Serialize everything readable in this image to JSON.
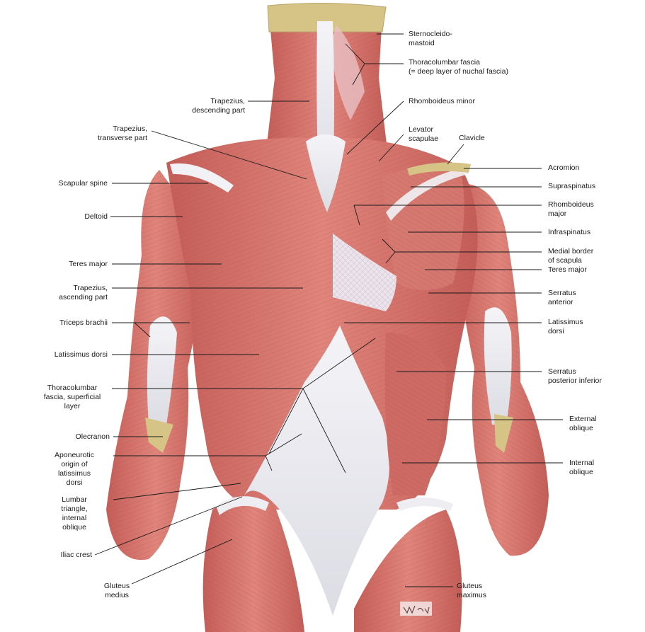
{
  "labels": {
    "sternocleidomastoid": "Sternocleido-\nmastoid",
    "thoracolumbar_fascia_deep": "Thoracolumbar fascia\n(= deep layer of nuchal fascia)",
    "trapezius_descending": "Trapezius,\ndescending part",
    "rhomboideus_minor": "Rhomboideus minor",
    "trapezius_transverse": "Trapezius,\ntransverse part",
    "levator_scapulae": "Levator\nscapulae",
    "clavicle": "Clavicle",
    "acromion": "Acromion",
    "scapular_spine": "Scapular spine",
    "supraspinatus": "Supraspinatus",
    "rhomboideus_major": "Rhomboideus\nmajor",
    "deltoid": "Deltoid",
    "infraspinatus": "Infraspinatus",
    "medial_border": "Medial border\nof scapula",
    "teres_major_left": "Teres major",
    "teres_major_right": "Teres major",
    "trapezius_ascending": "Trapezius,\nascending part",
    "serratus_anterior": "Serratus\nanterior",
    "triceps_brachii": "Triceps brachii",
    "latissimus_dorsi_right": "Latissimus\ndorsi",
    "latissimus_dorsi_left": "Latissimus dorsi",
    "serratus_posterior_inferior": "Serratus\nposterior inferior",
    "thoracolumbar_superficial": "Thoracolumbar\nfascia, superficial\nlayer",
    "external_oblique": "External\noblique",
    "olecranon": "Olecranon",
    "internal_oblique": "Internal\noblique",
    "aponeurotic_origin": "Aponeurotic\norigin of\nlatissimus\ndorsi",
    "lumbar_triangle": "Lumbar\ntriangle,\ninternal\noblique",
    "iliac_crest": "Iliac crest",
    "gluteus_medius": "Gluteus\nmedius",
    "gluteus_maximus": "Gluteus\nmaximus"
  },
  "signature": "Wesker",
  "colors": {
    "muscle": "#d9766e",
    "muscle_dark": "#b8524c",
    "muscle_light": "#ec9c92",
    "fascia": "#eeeef2",
    "bone": "#d9c48a",
    "leader": "#1a1a1a"
  }
}
